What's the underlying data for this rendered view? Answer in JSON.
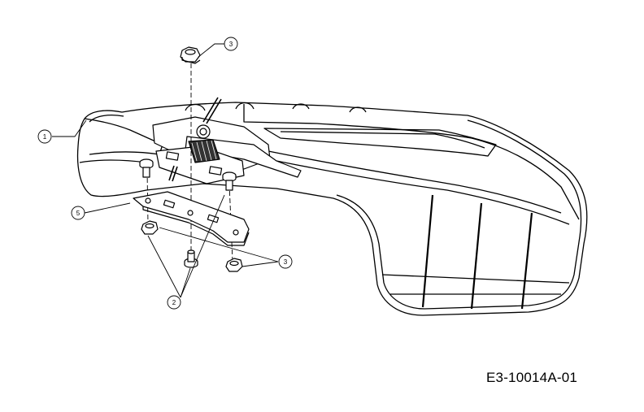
{
  "figure": {
    "reference_code": "E3-10014A-01",
    "colors": {
      "line": "#000000",
      "background": "#ffffff",
      "mesh": "#333333"
    },
    "callouts": [
      {
        "id": "callout-1",
        "label": "1"
      },
      {
        "id": "callout-2",
        "label": "2"
      },
      {
        "id": "callout-3-top",
        "label": "3"
      },
      {
        "id": "callout-3-bottom",
        "label": "3"
      },
      {
        "id": "callout-5",
        "label": "5"
      }
    ],
    "parts": [
      {
        "id": "seat-shell",
        "callout": "1"
      },
      {
        "id": "carriage-bolts",
        "callout": "2"
      },
      {
        "id": "lock-nuts",
        "callout": "3"
      },
      {
        "id": "mounting-bracket",
        "callout": "5"
      }
    ]
  }
}
